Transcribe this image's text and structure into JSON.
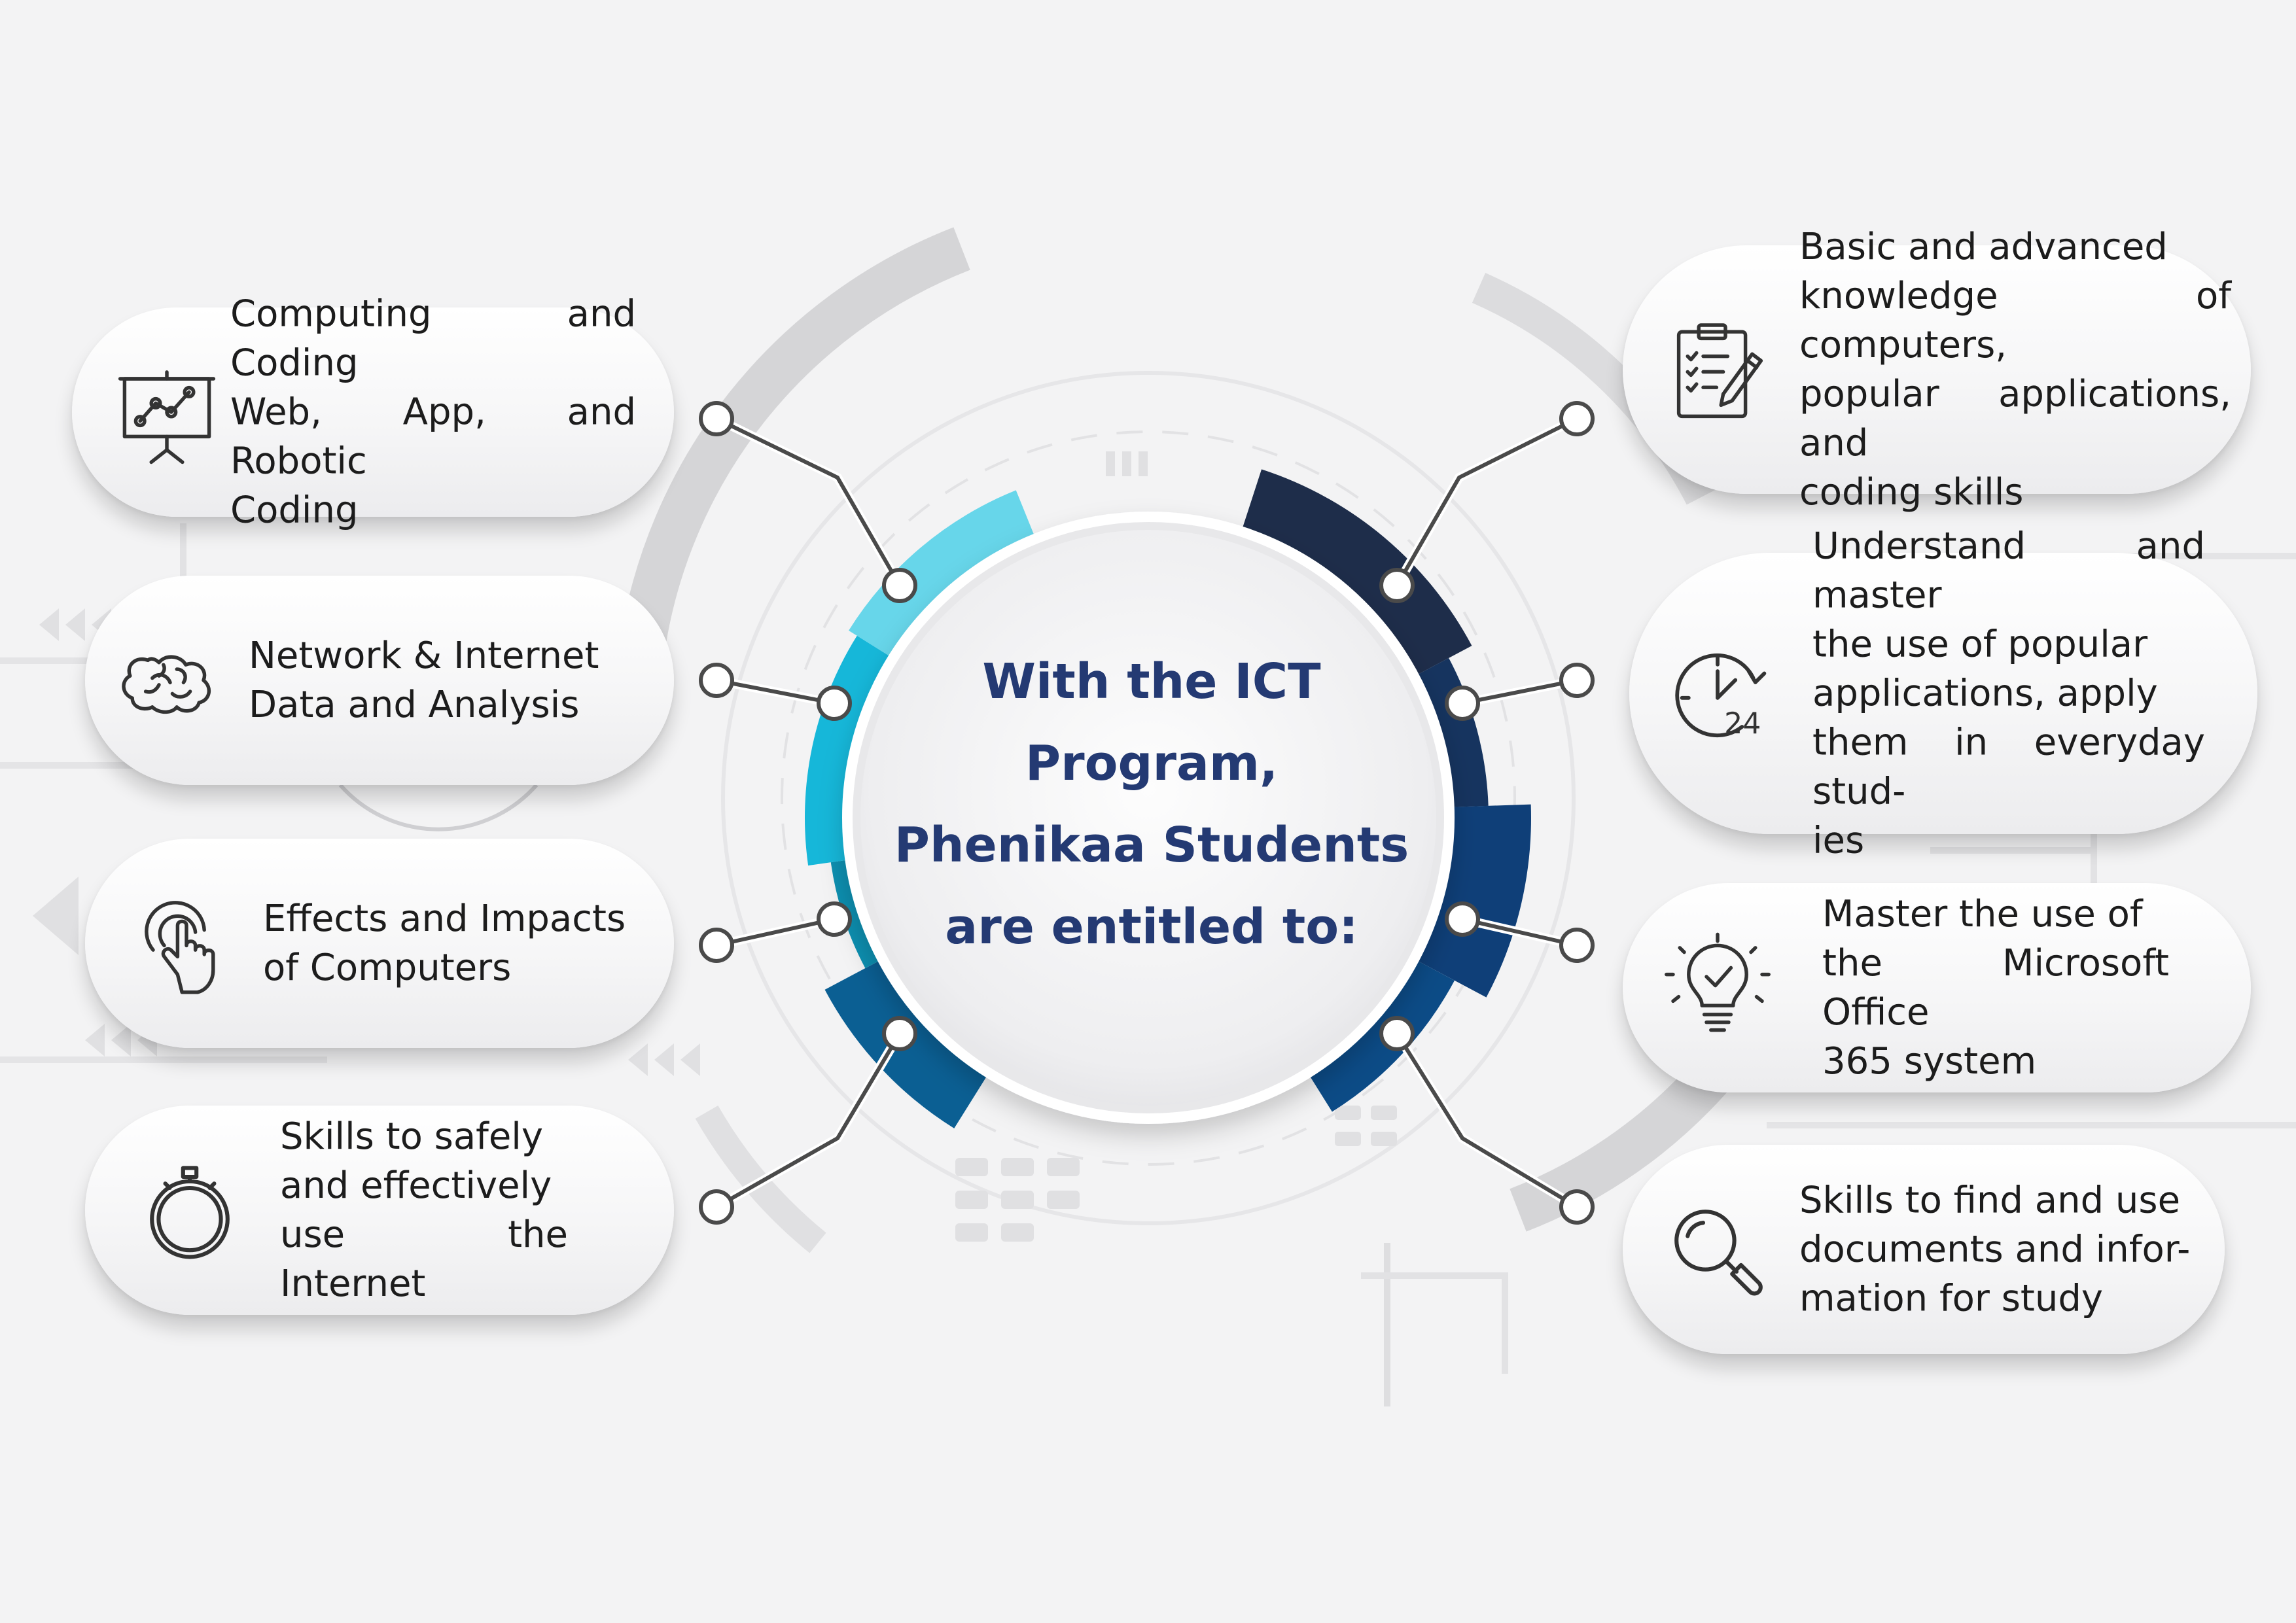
{
  "center": {
    "lines": [
      "With the ICT",
      "Program,",
      "Phenikaa Students",
      "are entitled to:"
    ]
  },
  "left_cards": [
    {
      "icon": "presentation-chart-icon",
      "lines": [
        "Computing and Coding",
        "Web, App, and Robotic",
        "Coding"
      ]
    },
    {
      "icon": "brain-icon",
      "lines": [
        "Network & Internet",
        "Data and Analysis"
      ]
    },
    {
      "icon": "touch-hand-icon",
      "lines": [
        "Effects and Impacts",
        "of Computers"
      ]
    },
    {
      "icon": "stopwatch-icon",
      "lines": [
        "Skills to safely",
        "and effectively",
        "use the Internet"
      ]
    }
  ],
  "right_cards": [
    {
      "icon": "clipboard-pencil-icon",
      "lines": [
        "Basic and advanced",
        "knowledge of computers,",
        "popular applications, and",
        "coding skills"
      ]
    },
    {
      "icon": "clock-24-icon",
      "lines": [
        "Understand and master",
        "the use of popular",
        "applications, apply",
        "them in everyday stud-",
        "ies"
      ]
    },
    {
      "icon": "lightbulb-check-icon",
      "lines": [
        "Master the use of",
        "the Microsoft Office",
        "365 system"
      ]
    },
    {
      "icon": "magnifier-icon",
      "lines": [
        "Skills to find and use",
        "documents and infor-",
        "mation for study"
      ]
    }
  ],
  "colors": {
    "title": "#243a73",
    "left_segments": [
      "#67d6ea",
      "#16b7d9",
      "#0d8fb0",
      "#0b5f93"
    ],
    "right_segments": [
      "#1e2d4a",
      "#16345f",
      "#0f3f78",
      "#0c4b86"
    ]
  }
}
